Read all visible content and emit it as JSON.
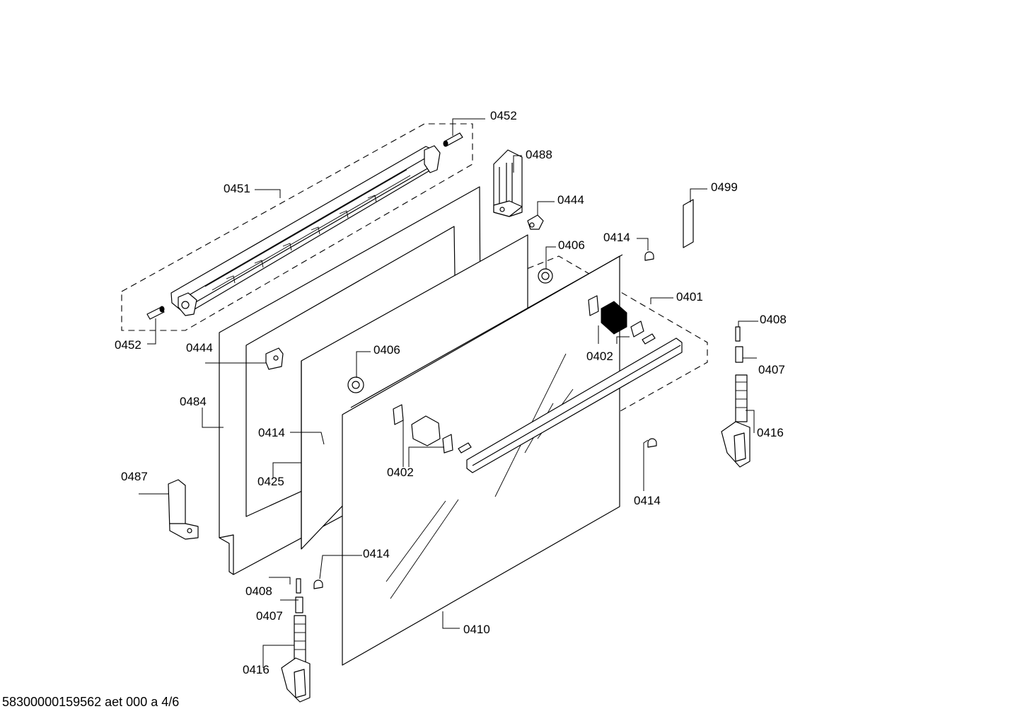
{
  "diagram": {
    "callouts": {
      "c0452_top": "0452",
      "c0488": "0488",
      "c0451": "0451",
      "c0444_top": "0444",
      "c0499": "0499",
      "c0414_a": "0414",
      "c0406_top": "0406",
      "c0401": "0401",
      "c0408_right": "0408",
      "c0452_left": "0452",
      "c0444_left": "0444",
      "c0406_mid": "0406",
      "c0402_right": "0402",
      "c0407_right": "0407",
      "c0484": "0484",
      "c0414_b": "0414",
      "c0416_right": "0416",
      "c0402_mid": "0402",
      "c0425": "0425",
      "c0487": "0487",
      "c0414_c": "0414",
      "c0414_d": "0414",
      "c0408_left": "0408",
      "c0407_left": "0407",
      "c0410": "0410",
      "c0416_left": "0416"
    },
    "footer": "58300000159562 aet 000 a 4/6"
  }
}
